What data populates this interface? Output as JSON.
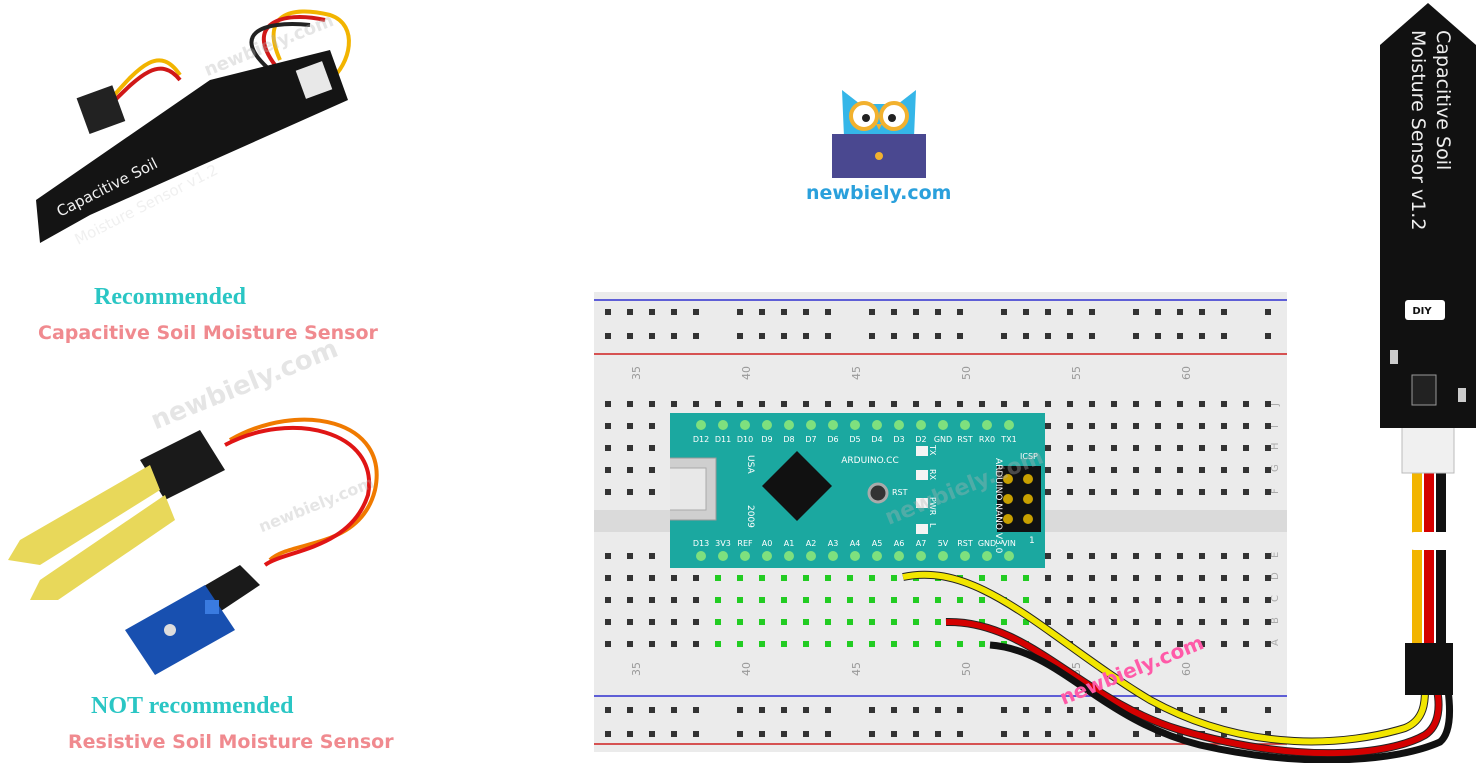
{
  "brand": {
    "name": "newbiely.com",
    "watermark": "newbiely.com"
  },
  "recommended": {
    "heading": "Recommended",
    "sensor": "Capacitive Soil Moisture Sensor"
  },
  "not_recommended": {
    "heading": "NOT recommended",
    "sensor": "Resistive Soil Moisture Sensor"
  },
  "capacitive_sensor_print": {
    "line1": "Capacitive Soil",
    "line2": "Moisture Sensor v1.2",
    "logo": "DIY"
  },
  "arduino": {
    "usa": "USA",
    "year": "2009",
    "site": "ARDUINO.CC",
    "model": "ARDUINO NANO V3.0",
    "icsp": "ICSP",
    "rst": "RST",
    "icsp_one": "1",
    "leds": [
      "TX",
      "RX",
      "PWR",
      "L"
    ],
    "top_pins": [
      "D12",
      "D11",
      "D10",
      "D9",
      "D8",
      "D7",
      "D6",
      "D5",
      "D4",
      "D3",
      "D2",
      "GND",
      "RST",
      "RX0",
      "TX1"
    ],
    "bottom_pins": [
      "D13",
      "3V3",
      "REF",
      "A0",
      "A1",
      "A2",
      "A3",
      "A4",
      "A5",
      "A6",
      "A7",
      "5V",
      "RST",
      "GND",
      "VIN"
    ]
  },
  "breadboard": {
    "column_numbers": [
      "35",
      "40",
      "45",
      "50",
      "55",
      "60"
    ],
    "row_letters_top": [
      "J",
      "I",
      "H",
      "G",
      "F"
    ],
    "row_letters_bottom": [
      "E",
      "D",
      "C",
      "B",
      "A"
    ]
  },
  "wires": {
    "signal": "#f2e600",
    "power": "#d40000",
    "ground": "#111111"
  }
}
